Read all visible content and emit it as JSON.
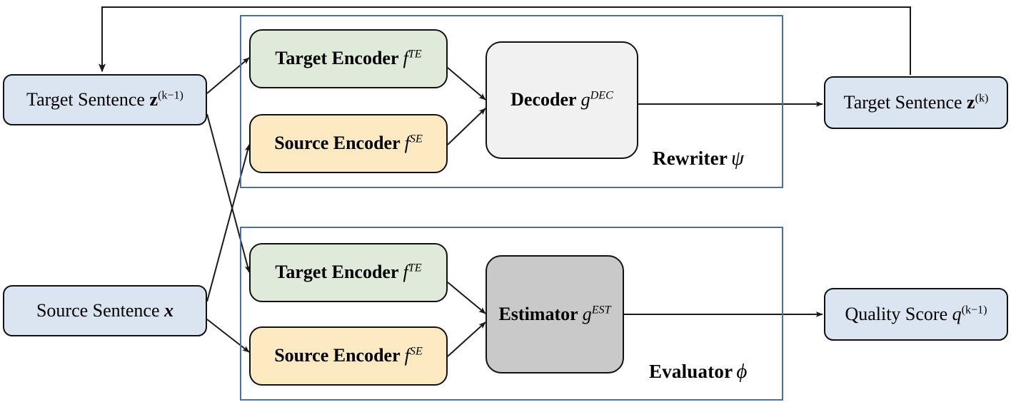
{
  "diagram": {
    "title": "Rewriter-Evaluator iterative translation architecture",
    "colors": {
      "io_box_fill": "#dbe5f1",
      "target_encoder_fill": "#dfeada",
      "source_encoder_fill": "#fdeac2",
      "decoder_fill": "#f1f1f1",
      "estimator_fill": "#c9c9c9",
      "group_border": "#4a6fa5",
      "node_border": "#111111",
      "edge_color": "#1a1a1a",
      "background": "#ffffff"
    },
    "groups": [
      {
        "id": "rewriter",
        "label": "Rewriter",
        "symbol": "ψ"
      },
      {
        "id": "evaluator",
        "label": "Evaluator",
        "symbol": "ϕ"
      }
    ],
    "nodes": {
      "target_sentence_prev": {
        "text": "Target Sentence z(k−1)",
        "base": "Target Sentence",
        "var": "z",
        "sup": "(k−1)"
      },
      "source_sentence": {
        "text": "Source Sentence x",
        "base": "Source Sentence",
        "var": "x",
        "sup": ""
      },
      "target_sentence_next": {
        "text": "Target Sentence z(k)",
        "base": "Target Sentence",
        "var": "z",
        "sup": "(k)"
      },
      "quality_score": {
        "text": "Quality Score q(k−1)",
        "base": "Quality Score",
        "var": "q",
        "sup": "(k−1)"
      },
      "rw_target_encoder": {
        "text": "Target Encoder fTE",
        "base": "Target Encoder",
        "var": "f",
        "sup": "TE"
      },
      "rw_source_encoder": {
        "text": "Source Encoder fSE",
        "base": "Source Encoder",
        "var": "f",
        "sup": "SE"
      },
      "decoder": {
        "text": "Decoder gDEC",
        "base": "Decoder",
        "var": "g",
        "sup": "DEC"
      },
      "ev_target_encoder": {
        "text": "Target Encoder fTE",
        "base": "Target Encoder",
        "var": "f",
        "sup": "TE"
      },
      "ev_source_encoder": {
        "text": "Source Encoder fSE",
        "base": "Source Encoder",
        "var": "f",
        "sup": "SE"
      },
      "estimator": {
        "text": "Estimator gEST",
        "base": "Estimator",
        "var": "g",
        "sup": "EST"
      }
    },
    "edges": [
      {
        "from": "target_sentence_prev",
        "to": "rw_target_encoder",
        "kind": "arrow"
      },
      {
        "from": "target_sentence_prev",
        "to": "ev_target_encoder",
        "kind": "arrow"
      },
      {
        "from": "source_sentence",
        "to": "rw_source_encoder",
        "kind": "arrow"
      },
      {
        "from": "source_sentence",
        "to": "ev_source_encoder",
        "kind": "arrow"
      },
      {
        "from": "rw_target_encoder",
        "to": "decoder",
        "kind": "arrow"
      },
      {
        "from": "rw_source_encoder",
        "to": "decoder",
        "kind": "arrow"
      },
      {
        "from": "ev_target_encoder",
        "to": "estimator",
        "kind": "arrow"
      },
      {
        "from": "ev_source_encoder",
        "to": "estimator",
        "kind": "arrow"
      },
      {
        "from": "decoder",
        "to": "target_sentence_next",
        "kind": "arrow"
      },
      {
        "from": "estimator",
        "to": "quality_score",
        "kind": "arrow"
      },
      {
        "from": "target_sentence_next",
        "to": "target_sentence_prev",
        "kind": "feedback-loop"
      }
    ]
  }
}
